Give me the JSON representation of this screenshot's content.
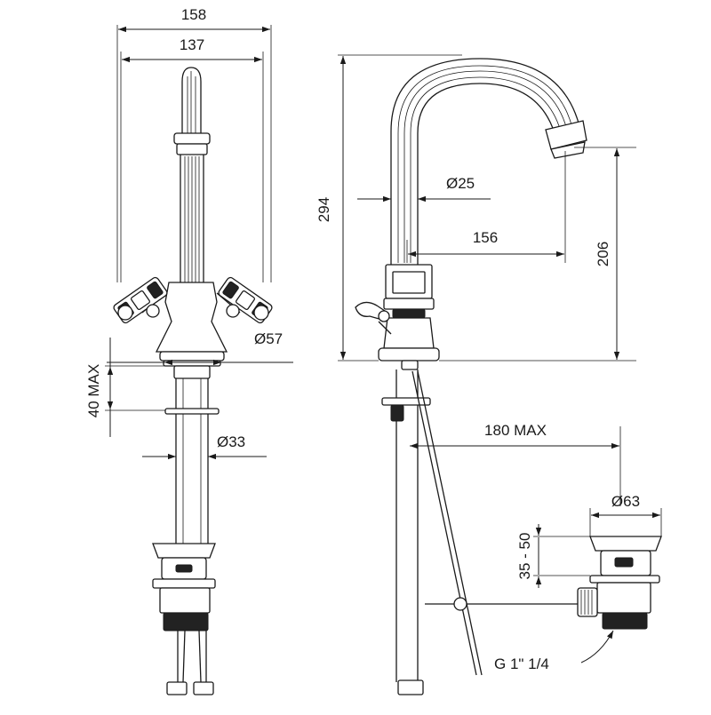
{
  "figure": {
    "front_view": {
      "overall_width": "158",
      "handle_span": "137",
      "base_diameter": "Ø57",
      "deck_thickness": "40 MAX",
      "shank_diameter": "Ø33"
    },
    "side_view": {
      "overall_height": "294",
      "spout_diameter": "Ø25",
      "spout_reach": "156",
      "spout_height": "206",
      "rod_reach": "180 MAX",
      "waste_diameter": "Ø63",
      "waste_adjust": "35 - 50",
      "waste_thread": "G 1\" 1/4"
    }
  }
}
